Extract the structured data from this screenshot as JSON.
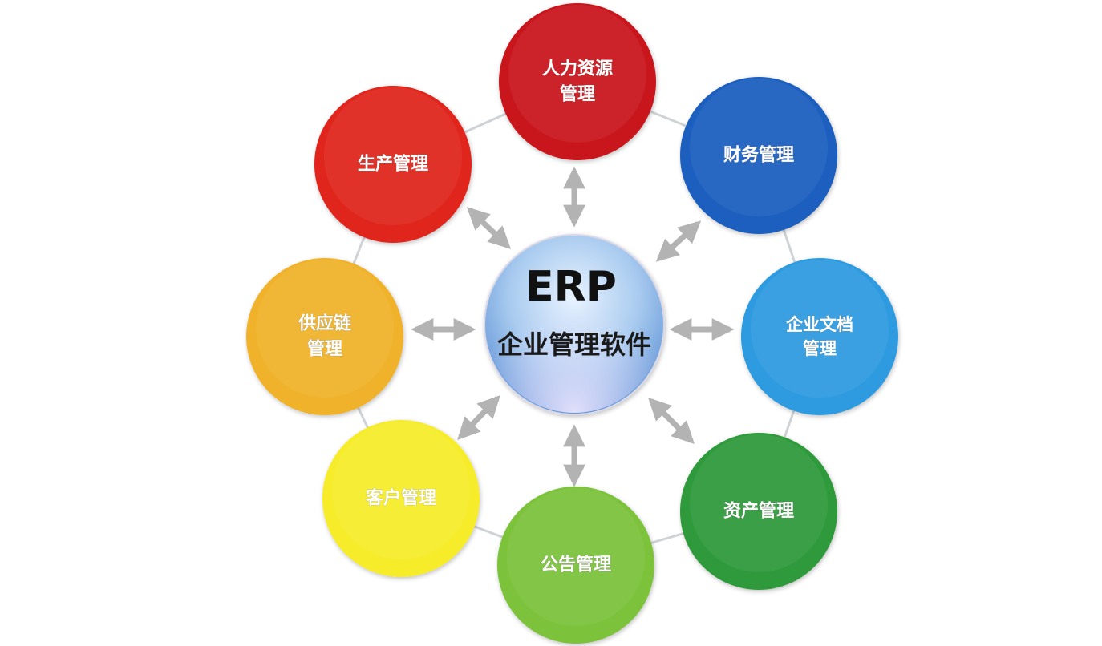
{
  "center": {
    "title": "ERP",
    "subtitle": "企业管理软件"
  },
  "modules": [
    {
      "id": "hr",
      "lines": [
        "人力资源",
        "管理"
      ],
      "color": "#c8161c"
    },
    {
      "id": "finance",
      "lines": [
        "财务管理"
      ],
      "color": "#1f5fbf"
    },
    {
      "id": "document",
      "lines": [
        "企业文档",
        "管理"
      ],
      "color": "#2d9be0"
    },
    {
      "id": "asset",
      "lines": [
        "资产管理"
      ],
      "color": "#2f9a3a"
    },
    {
      "id": "notice",
      "lines": [
        "公告管理"
      ],
      "color": "#7cc23a"
    },
    {
      "id": "customer",
      "lines": [
        "客户管理"
      ],
      "color": "#f6ec2a"
    },
    {
      "id": "supply",
      "lines": [
        "供应链",
        "管理"
      ],
      "color": "#f0b22a"
    },
    {
      "id": "production",
      "lines": [
        "生产管理"
      ],
      "color": "#e0251f"
    }
  ]
}
